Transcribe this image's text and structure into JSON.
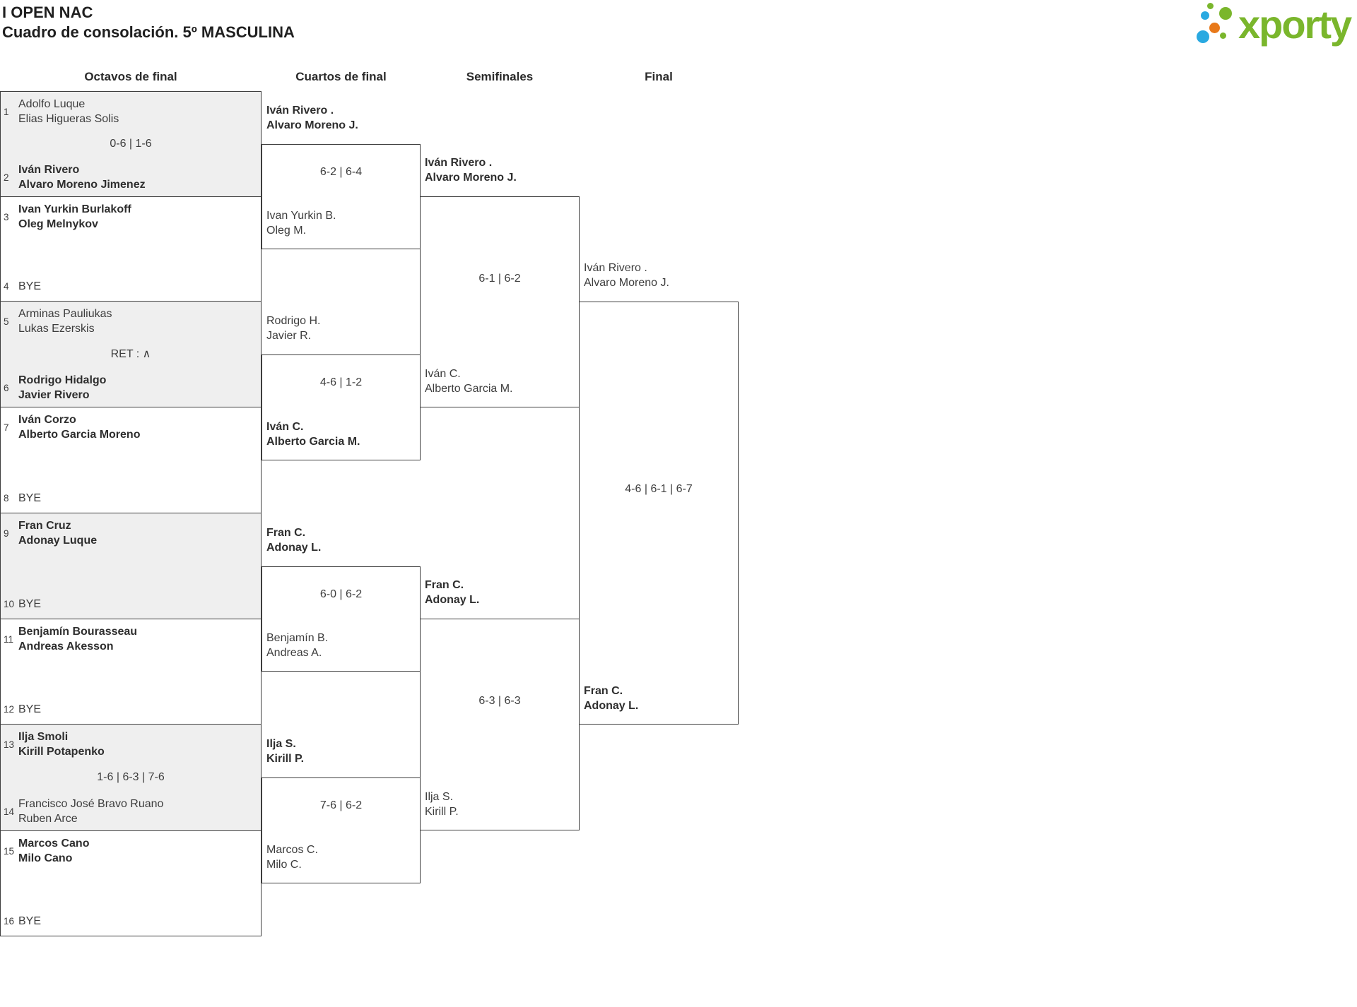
{
  "header": {
    "title_line1": "I OPEN NAC",
    "title_line2": "Cuadro de consolación. 5º MASCULINA",
    "logo_text": "xporty"
  },
  "columns": [
    "Octavos de final",
    "Cuartos de final",
    "Semifinales",
    "Final"
  ],
  "colors": {
    "brand_green": "#7ab62c",
    "brand_blue": "#29a9e1",
    "brand_orange": "#e8791a",
    "box_shaded": "#efefef",
    "line": "#3d3d3d",
    "text": "#3d3d3d"
  },
  "bracket": {
    "r16": [
      {
        "seed1": "1",
        "team1": [
          "Adolfo Luque",
          "Elias Higueras Solis"
        ],
        "team1_bold": false,
        "score": "0-6 | 1-6",
        "seed2": "2",
        "team2": [
          "Iván Rivero",
          "Alvaro Moreno Jimenez"
        ],
        "team2_bold": true,
        "shaded": true
      },
      {
        "seed1": "3",
        "team1": [
          "Ivan Yurkin Burlakoff",
          "Oleg Melnykov"
        ],
        "team1_bold": true,
        "score": "",
        "seed2": "4",
        "team2": [
          "BYE"
        ],
        "team2_bold": false,
        "shaded": false
      },
      {
        "seed1": "5",
        "team1": [
          "Arminas Pauliukas",
          "Lukas Ezerskis"
        ],
        "team1_bold": false,
        "score": "RET : ∧",
        "seed2": "6",
        "team2": [
          "Rodrigo Hidalgo",
          "Javier Rivero"
        ],
        "team2_bold": true,
        "shaded": true
      },
      {
        "seed1": "7",
        "team1": [
          "Iván Corzo",
          "Alberto Garcia Moreno"
        ],
        "team1_bold": true,
        "score": "",
        "seed2": "8",
        "team2": [
          "BYE"
        ],
        "team2_bold": false,
        "shaded": false
      },
      {
        "seed1": "9",
        "team1": [
          "Fran Cruz",
          "Adonay Luque"
        ],
        "team1_bold": true,
        "score": "",
        "seed2": "10",
        "team2": [
          "BYE"
        ],
        "team2_bold": false,
        "shaded": true
      },
      {
        "seed1": "11",
        "team1": [
          "Benjamín Bourasseau",
          "Andreas Akesson"
        ],
        "team1_bold": true,
        "score": "",
        "seed2": "12",
        "team2": [
          "BYE"
        ],
        "team2_bold": false,
        "shaded": false
      },
      {
        "seed1": "13",
        "team1": [
          "Ilja Smoli",
          "Kirill Potapenko"
        ],
        "team1_bold": true,
        "score": "1-6 | 6-3 | 7-6",
        "seed2": "14",
        "team2": [
          "Francisco José Bravo Ruano",
          "Ruben Arce"
        ],
        "team2_bold": false,
        "shaded": true
      },
      {
        "seed1": "15",
        "team1": [
          "Marcos Cano",
          "Milo Cano"
        ],
        "team1_bold": true,
        "score": "",
        "seed2": "16",
        "team2": [
          "BYE"
        ],
        "team2_bold": false,
        "shaded": false
      }
    ],
    "quarterfinals": [
      {
        "top": [
          "Iván Rivero .",
          "Alvaro Moreno J."
        ],
        "top_bold": true,
        "score": "6-2 | 6-4",
        "bottom": [
          "Ivan Yurkin B.",
          "Oleg M."
        ],
        "bottom_bold": false
      },
      {
        "top": [
          "Rodrigo H.",
          "Javier R."
        ],
        "top_bold": false,
        "score": "4-6 | 1-2",
        "bottom": [
          "Iván C.",
          "Alberto Garcia M."
        ],
        "bottom_bold": true
      },
      {
        "top": [
          "Fran C.",
          "Adonay L."
        ],
        "top_bold": true,
        "score": "6-0 | 6-2",
        "bottom": [
          "Benjamín B.",
          "Andreas A."
        ],
        "bottom_bold": false
      },
      {
        "top": [
          "Ilja S.",
          "Kirill P."
        ],
        "top_bold": true,
        "score": "7-6 | 6-2",
        "bottom": [
          "Marcos C.",
          "Milo C."
        ],
        "bottom_bold": false
      }
    ],
    "semifinals": [
      {
        "top": [
          "Iván Rivero .",
          "Alvaro Moreno J."
        ],
        "top_bold": true,
        "score": "6-1 | 6-2",
        "bottom": [
          "Iván C.",
          "Alberto Garcia M."
        ],
        "bottom_bold": false
      },
      {
        "top": [
          "Fran C.",
          "Adonay L."
        ],
        "top_bold": true,
        "score": "6-3 | 6-3",
        "bottom": [
          "Ilja S.",
          "Kirill P."
        ],
        "bottom_bold": false
      }
    ],
    "final": [
      {
        "top": [
          "Iván Rivero .",
          "Alvaro Moreno J."
        ],
        "top_bold": false,
        "score": "4-6 | 6-1 | 6-7",
        "bottom": [
          "Fran C.",
          "Adonay L."
        ],
        "bottom_bold": true
      }
    ]
  }
}
